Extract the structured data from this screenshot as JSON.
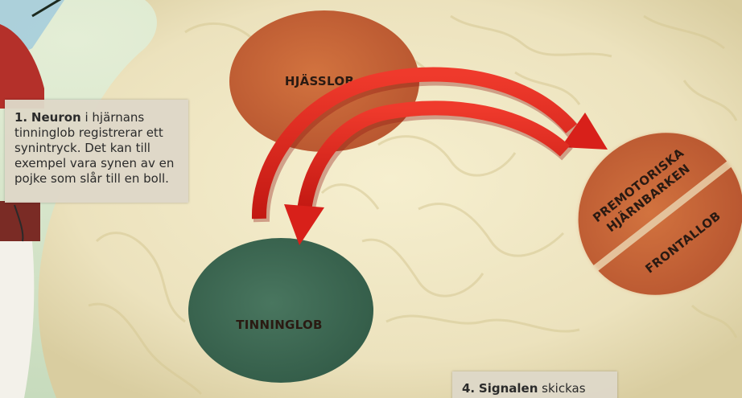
{
  "captions": {
    "step1": {
      "number": "1.",
      "bold": "Neuron",
      "text": " i hjärnans tinninglob registrerar ett synintryck. Det kan till exempel vara synen av en pojke som slår till en boll."
    },
    "step4": {
      "number": "4.",
      "bold": "Signalen",
      "text": " skickas retur"
    }
  },
  "lobes": {
    "parietal": "HJÄSSLOB",
    "temporal": "TINNINGLOB",
    "premotor_line1": "PREMOTORISKA",
    "premotor_line2": "HJÄRNBARKEN",
    "frontal": "FRONTALLOB"
  },
  "colors": {
    "parietal_lobe": "#c8663a",
    "temporal_lobe": "#3f6b57",
    "frontal_lobes": "#cd6133",
    "arrow": "#e2231a",
    "brain": "#efe6c4",
    "background": "#cfe0c8"
  }
}
